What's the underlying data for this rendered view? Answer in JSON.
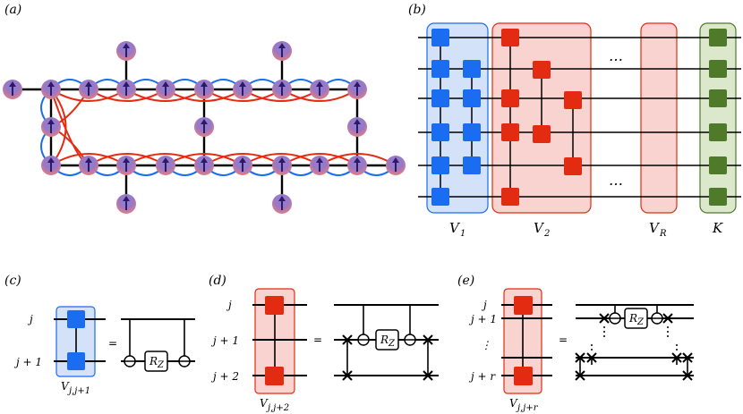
{
  "panels": {
    "a": "(a)",
    "b": "(b)",
    "c": "(c)",
    "d": "(d)",
    "e": "(e)"
  },
  "panel_b": {
    "ellipsis_top": "…",
    "ellipsis_bottom": "…",
    "labels": [
      "V",
      "V",
      "V",
      "K"
    ],
    "subscripts": [
      "1",
      "2",
      "R"
    ]
  },
  "panel_c": {
    "row_labels": [
      "j",
      "j + 1"
    ],
    "equals": "=",
    "gate": "R",
    "gate_sub": "Z",
    "caption": "V",
    "caption_sub": "j,j+1"
  },
  "panel_d": {
    "row_labels": [
      "j",
      "j + 1",
      "j + 2"
    ],
    "equals": "=",
    "gate": "R",
    "gate_sub": "Z",
    "caption": "V",
    "caption_sub": "j,j+2"
  },
  "panel_e": {
    "row_labels": [
      "j",
      "j + 1",
      "⋮",
      "j + r"
    ],
    "equals": "=",
    "gate": "R",
    "gate_sub": "Z",
    "caption": "V",
    "caption_sub": "j,j+r"
  },
  "colors": {
    "blue": "#1a6cf0",
    "red": "#e32b12",
    "green": "#4f7a2a",
    "blue_box": "#d3e2f8",
    "red_box": "#f8d3cf",
    "green_box": "#dbe8cc",
    "node_top": "#7d6fc9",
    "node_bottom": "#e47e80",
    "arrow": "#2d1a66"
  }
}
